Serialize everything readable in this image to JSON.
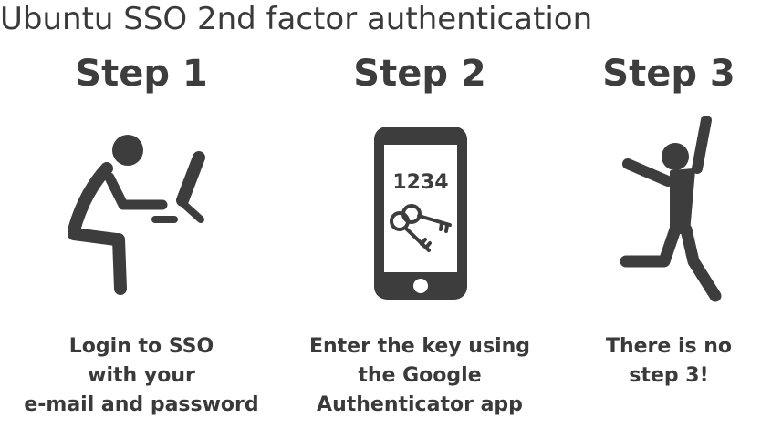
{
  "page": {
    "title": "Ubuntu SSO 2nd factor authentication"
  },
  "steps": [
    {
      "heading": "Step 1",
      "description": [
        "Login to SSO",
        "with your",
        "e-mail and password"
      ],
      "icon": "person-at-computer-icon"
    },
    {
      "heading": "Step 2",
      "description": [
        "Enter the key using",
        "the Google",
        "Authenticator app"
      ],
      "icon": "smartphone-with-keys-icon",
      "phone_code": "1234"
    },
    {
      "heading": "Step 3",
      "description": [
        "There is no",
        "step 3!"
      ],
      "icon": "jumping-person-icon"
    }
  ],
  "colors": {
    "icon": "#3d3d3d",
    "text": "#3a3a3a",
    "background": "#ffffff"
  }
}
